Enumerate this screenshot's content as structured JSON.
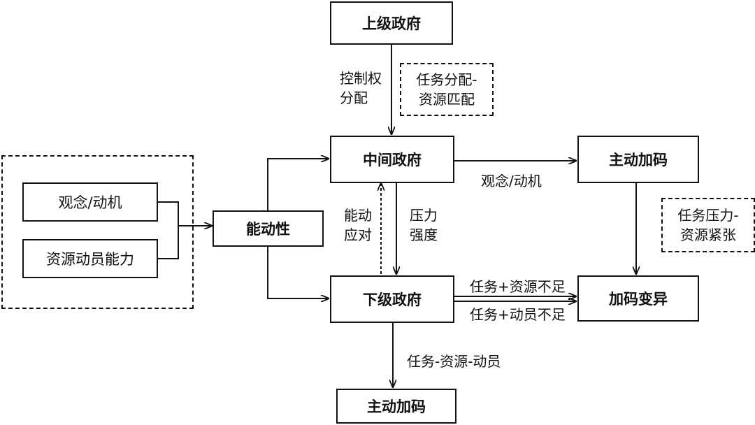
{
  "nodes": {
    "upper_gov": "上级政府",
    "middle_gov": "中间政府",
    "lower_gov": "下级政府",
    "active_add_right": "主动加码",
    "add_variation": "加码变异",
    "active_add_bottom": "主动加码",
    "agency": "能动性",
    "concept_motive": "观念/动机",
    "resource_mobilization": "资源动员能力"
  },
  "edge_labels": {
    "control_line1": "控制权",
    "control_line2": "分配",
    "pressure_line1": "压力",
    "pressure_line2": "强度",
    "agency_resp_line1": "能动",
    "agency_resp_line2": "应对",
    "concept_motive": "观念/动机",
    "task_resource_shortage": "任务+资源不足",
    "task_mobil_shortage": "任务+动员不足",
    "task_resource_mobil": "任务-资源-动员"
  },
  "notes": {
    "task_alloc_line1": "任务分配-",
    "task_alloc_line2": "资源匹配",
    "task_pressure_line1": "任务压力-",
    "task_pressure_line2": "资源紧张"
  }
}
